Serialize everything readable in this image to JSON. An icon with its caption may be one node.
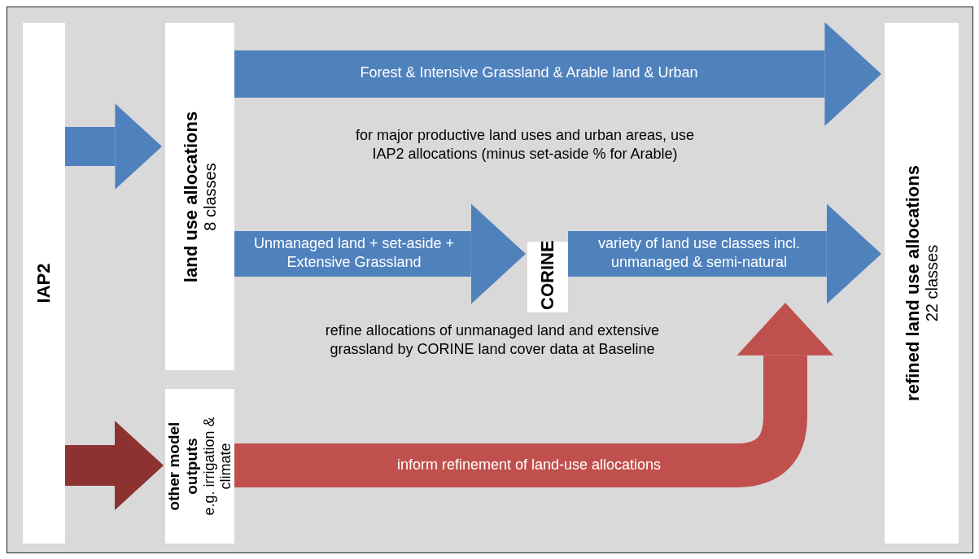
{
  "diagram": {
    "nodes": [
      {
        "text": [
          "IAP2"
        ]
      },
      {
        "text": [
          "land use allocations",
          "8 classes"
        ]
      },
      {
        "text": [
          "other model outputs",
          "e.g. irrigation & climate"
        ]
      },
      {
        "text": [
          "CORINE"
        ]
      },
      {
        "text": [
          "refined land use allocations",
          "22 classes"
        ]
      }
    ],
    "edges": [
      {
        "from": 0,
        "to": 1,
        "arrow": "to"
      },
      {
        "from": 0,
        "to": 2,
        "arrow": "to",
        "color": "#8c3230"
      },
      {
        "from": 1,
        "to": 4,
        "arrow": "to",
        "label": "Forest & Intensive Grassland & Arable land & Urban"
      },
      {
        "from": 1,
        "to": 3,
        "arrow": "to",
        "label": "Unmanaged land + set-aside + Extensive Grassland"
      },
      {
        "from": 3,
        "to": 4,
        "arrow": "to",
        "label": "variety of land use classes incl. unmanaged & semi-natural"
      },
      {
        "from": 2,
        "to": 4,
        "arrow": "to",
        "color": "#c0504d",
        "label": "inform refinement of land-use allocations"
      }
    ],
    "labels": [
      "for major productive land uses and urban areas, use IAP2 allocations (minus set-aside % for Arable)",
      "refine allocations of unmanaged land and extensive grassland by CORINE land cover data at Baseline"
    ]
  }
}
